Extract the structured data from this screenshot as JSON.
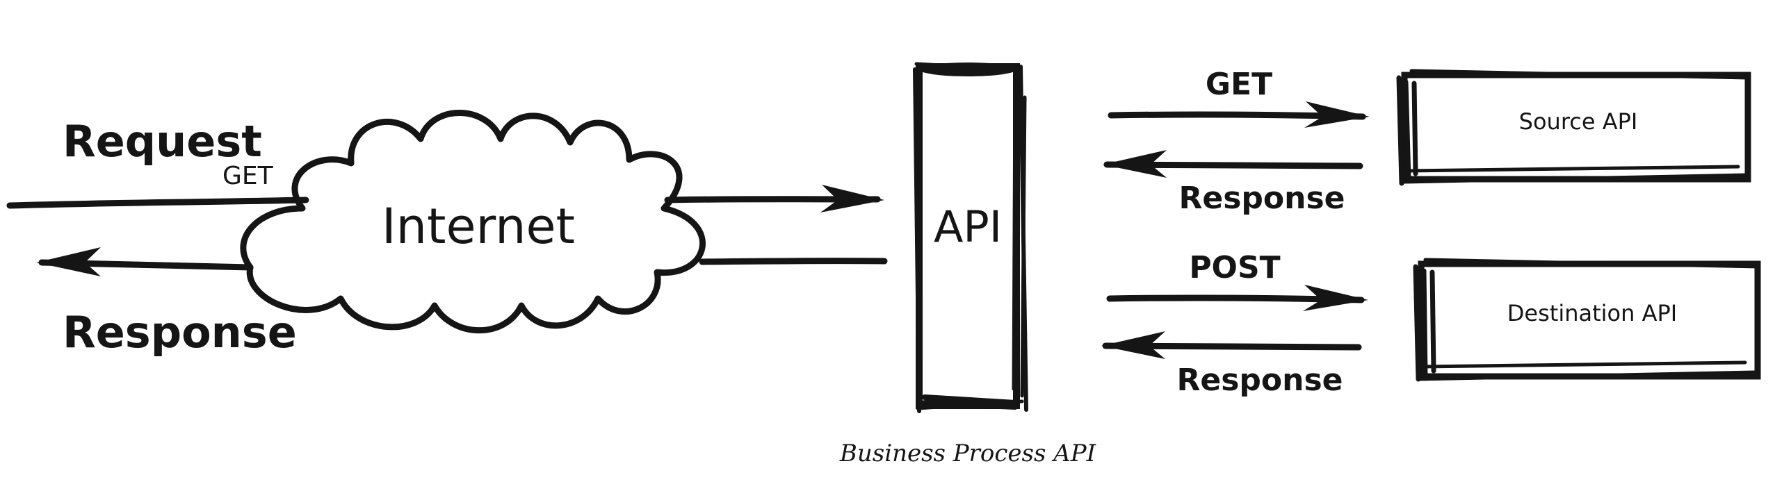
{
  "colors": {
    "ink": "#151515",
    "background": "#ffffff",
    "box_fill": "#ffffff"
  },
  "client": {
    "request_label": "Request",
    "request_method": "GET",
    "response_label": "Response"
  },
  "cloud": {
    "label": "Internet"
  },
  "api": {
    "label": "API",
    "caption": "Business Process API"
  },
  "source": {
    "method": "GET",
    "response_label": "Response",
    "box_label": "Source API"
  },
  "destination": {
    "method": "POST",
    "response_label": "Response",
    "box_label": "Destination API"
  },
  "icons": {
    "cloud": "cloud-icon",
    "arrow_right": "arrow-right-icon",
    "arrow_left": "arrow-left-icon"
  }
}
